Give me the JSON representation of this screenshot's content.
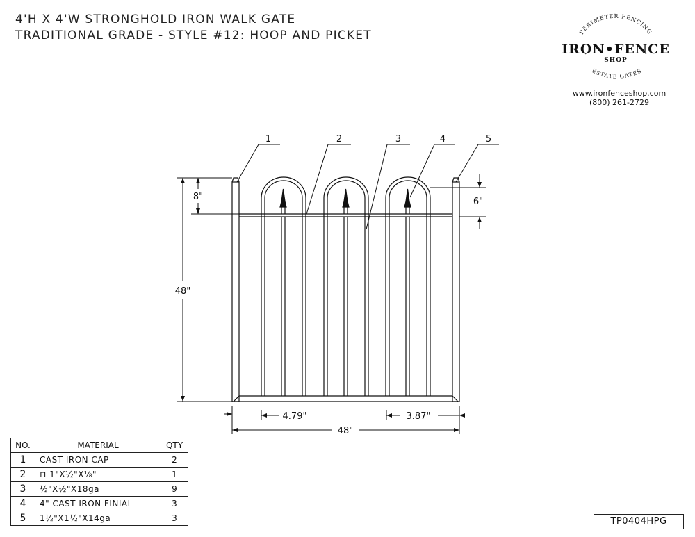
{
  "title_line1": "4'H X 4'W STRONGHOLD IRON WALK GATE",
  "title_line2": "TRADITIONAL GRADE - STYLE #12: HOOP AND PICKET",
  "logo": {
    "arc_top": "PERIMETER FENCING",
    "main": "IRON•FENCE",
    "sub": "SHOP",
    "arc_bottom": "ESTATE GATES",
    "website": "www.ironfenceshop.com",
    "phone": "(800) 261-2729"
  },
  "callouts": [
    "1",
    "2",
    "3",
    "4",
    "5"
  ],
  "dimensions": {
    "top_height": "8\"",
    "hoop_height": "6\"",
    "overall_height": "48\"",
    "picket_spacing_left": "4.79\"",
    "picket_spacing_right": "3.87\"",
    "overall_width": "48\""
  },
  "materials_table": {
    "headers": [
      "NO.",
      "MATERIAL",
      "QTY"
    ],
    "rows": [
      {
        "no": "1",
        "material": "CAST IRON CAP",
        "qty": "2"
      },
      {
        "no": "2",
        "material": "⊓ 1\"X½\"X⅛\"",
        "qty": "1"
      },
      {
        "no": "3",
        "material": "½\"X½\"X18ga",
        "qty": "9"
      },
      {
        "no": "4",
        "material": "4\" CAST IRON FINIAL",
        "qty": "3"
      },
      {
        "no": "5",
        "material": "1½\"X1½\"X14ga",
        "qty": "3"
      }
    ]
  },
  "drawing_number": "TP0404HPG"
}
